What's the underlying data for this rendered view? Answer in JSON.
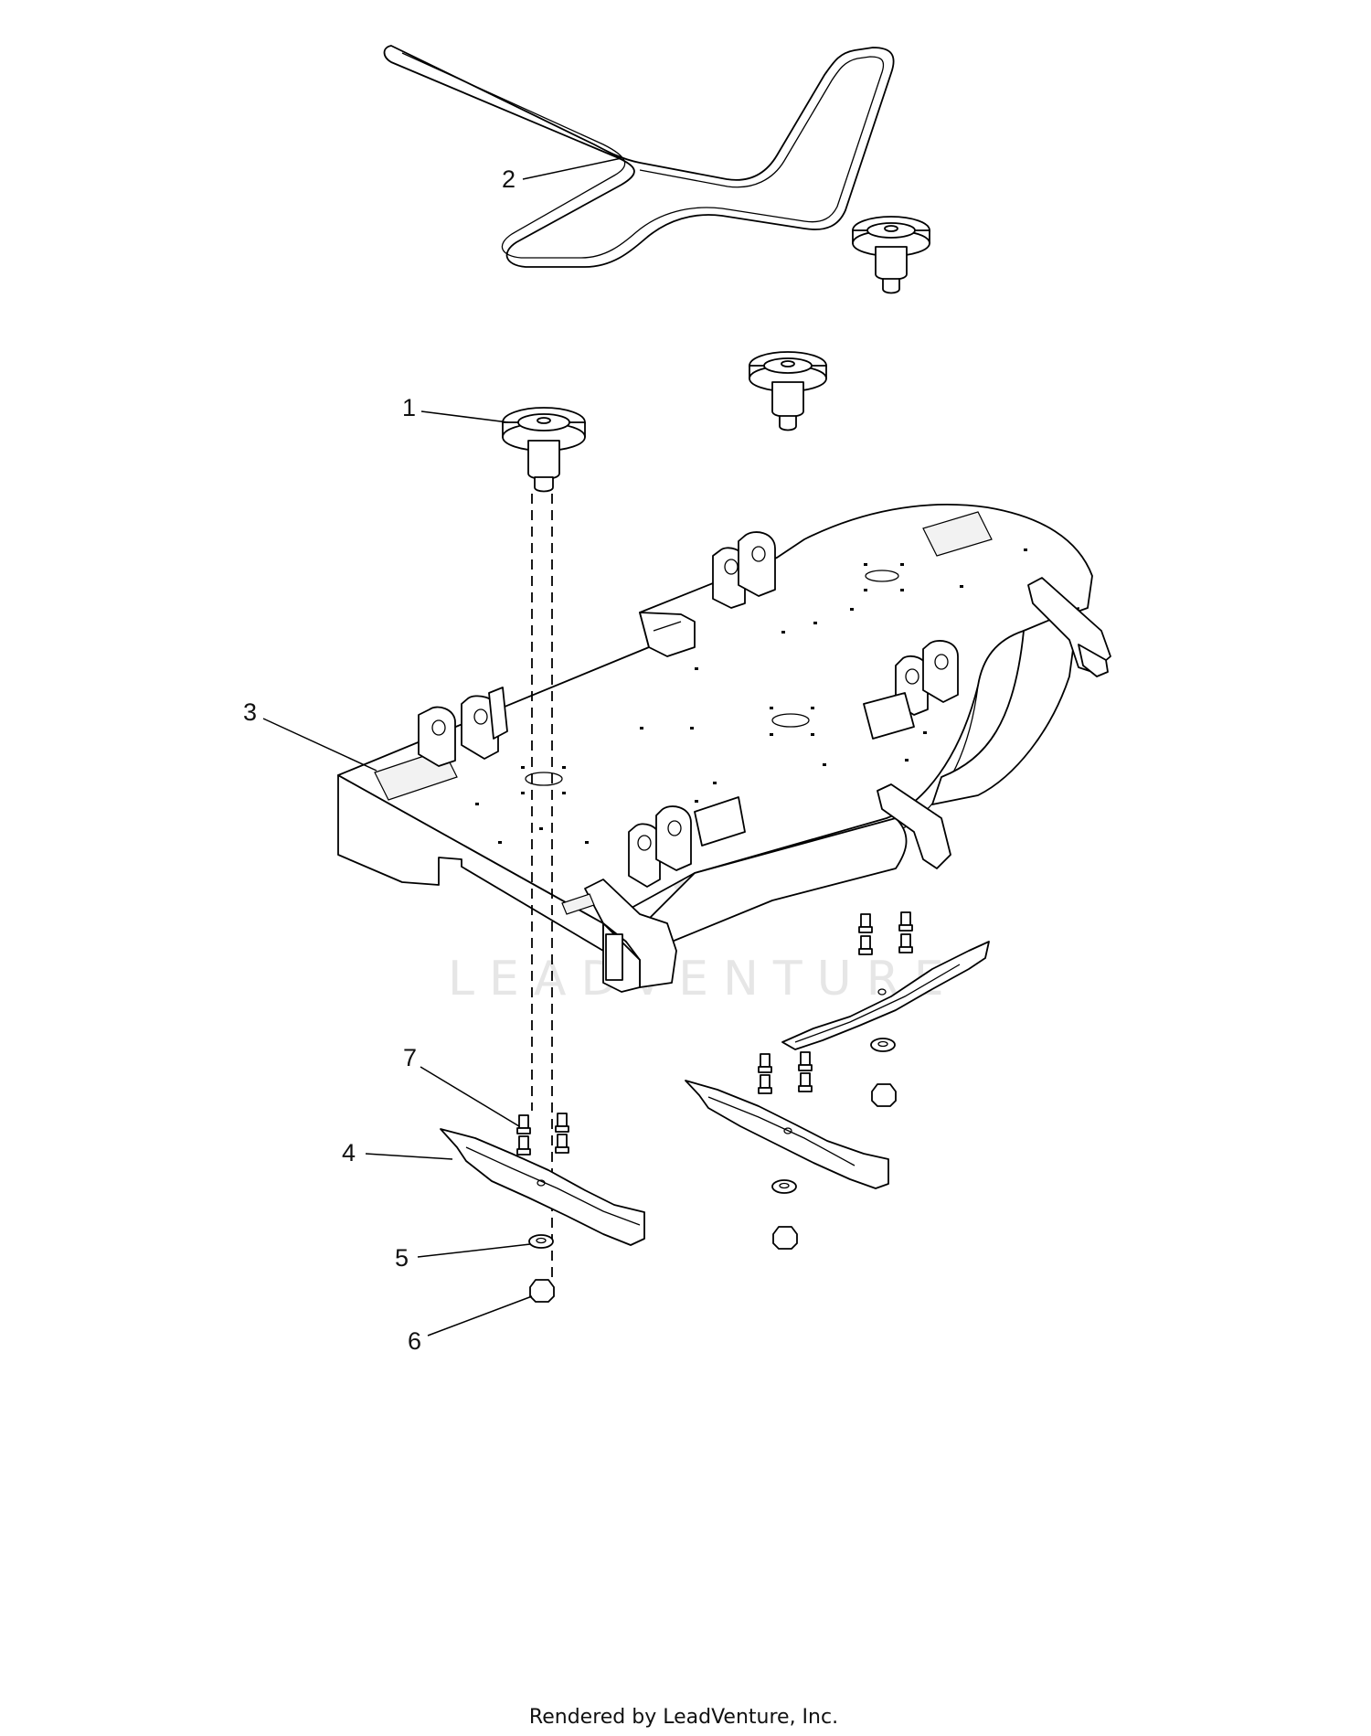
{
  "diagram": {
    "callouts": [
      {
        "id": "1",
        "label": "1"
      },
      {
        "id": "2",
        "label": "2"
      },
      {
        "id": "3",
        "label": "3"
      },
      {
        "id": "4",
        "label": "4"
      },
      {
        "id": "5",
        "label": "5"
      },
      {
        "id": "6",
        "label": "6"
      },
      {
        "id": "7",
        "label": "7"
      }
    ],
    "watermark_text": "LEADVENTURE",
    "footer": "Rendered by LeadVenture, Inc."
  },
  "colors": {
    "line": "#000000",
    "watermark": "#e4e4e4",
    "background": "#ffffff"
  },
  "icons": {
    "watermark_logo": "leadventure-flame-logo"
  }
}
